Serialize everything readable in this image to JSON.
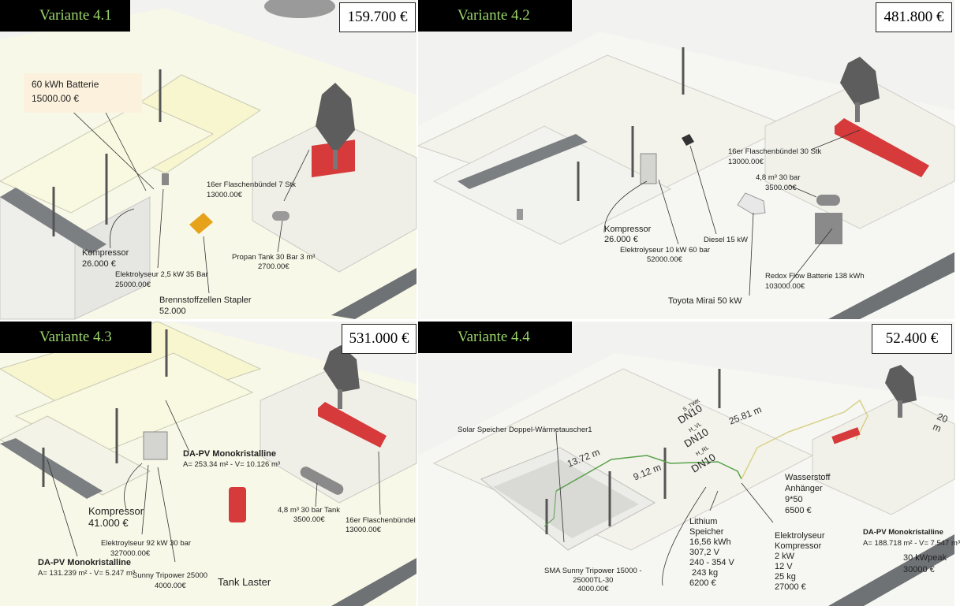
{
  "panels": [
    {
      "variant": "Variante 4.1",
      "price": "159.700 €",
      "labels": {
        "battery_title": "60 kWh Batterie",
        "battery_price": "15000.00 €",
        "bottles_title": "16er Flaschenbündel 7 Stk",
        "bottles_price": "13000.00€",
        "propane_title": "Propan Tank 30 Bar 3 m³",
        "propane_price": "2700.00€",
        "compressor_title": "Kompressor",
        "compressor_price": "26.000 €",
        "electrolyzer_title": "Elektrolyseur 2,5 kW 35 Bar",
        "electrolyzer_price": "25000.00€",
        "forklift_title": "Brennstoffzellen Stapler",
        "forklift_price": "52.000"
      }
    },
    {
      "variant": "Variante 4.2",
      "price": "481.800 €",
      "labels": {
        "bottles_title": "16er Flaschenbündel 30 Stk",
        "bottles_price": "13000.00€",
        "tank_title": "4,8 m³ 30 bar",
        "tank_price": "3500.00€",
        "compressor_title": "Kompressor",
        "compressor_price": "26.000 €",
        "electrolyzer_title": "Elektrolyseur 10 kW 60 bar",
        "electrolyzer_price": "52000.00€",
        "diesel": "Diesel 15 kW",
        "redox_title": "Redox Flow Batterie 138 kWh",
        "redox_price": "103000.00€",
        "mirai": "Toyota Mirai 50 kW"
      }
    },
    {
      "variant": "Variante 4.3",
      "price": "531.000 €",
      "labels": {
        "pv_title": "DA-PV Monokristalline",
        "pv_sub": "A= 253.34 m² - V= 10.126 m³",
        "compressor_title": "Kompressor",
        "compressor_price": "41.000 €",
        "electrolyzer_title": "Elektroylseur 92 kW 30 bar",
        "electrolyzer_price": "327000.00€",
        "tank_title": "4,8 m³ 30 bar Tank",
        "tank_price": "3500.00€",
        "bottles_title": "16er Flaschenbündel",
        "bottles_price": "13000.00€",
        "pv2_title": "DA-PV Monokristalline",
        "pv2_sub": "A= 131.239 m² - V= 5.247 m³",
        "inverter_title": "Sunny Tripower 25000",
        "inverter_price": "4000.00€",
        "truck": "Tank Laster"
      }
    },
    {
      "variant": "Variante 4.4",
      "price": "52.400 €",
      "labels": {
        "solar_storage": "Solar Speicher Doppel-Wärmetauscher1",
        "dim_1": "13.72 m",
        "dim_2": "9.12 m",
        "dim_3": "25.81 m",
        "dim_4": "20 m",
        "pipe_1_tag": "S_TWK",
        "pipe_1": "DN10",
        "pipe_2_tag": "H_VL",
        "pipe_2": "DN10",
        "pipe_3_tag": "H_RL",
        "pipe_3": "DN10",
        "trailer_title": "Wasserstoff",
        "trailer_line2": "Anhänger",
        "trailer_size": "9*50",
        "trailer_price": "6500 €",
        "lithium_lines": "Lithium\nSpeicher\n16,56 kWh\n307,2 V\n240 - 354 V\n 243 kg\n6200 €",
        "electrolyzer_lines": "Elektrolyseur\nKompressor\n2 kW\n12 V\n25 kg\n27000 €",
        "pv_title": "DA-PV Monokristalline",
        "pv_sub": "A= 188.718 m² - V= 7.547 m³",
        "peak": "30 kWpeak",
        "peak_price": "30000 €",
        "inverter_lines": "SMA Sunny Tripower 15000 -\n25000TL-30\n4000.00€"
      }
    }
  ],
  "colors": {
    "badge_bg": "#000000",
    "badge_text": "#9bd56b",
    "bottle_bundle": "#d63a3a",
    "ground": "#f2f2f0",
    "highlight": "#f7f6cf"
  }
}
